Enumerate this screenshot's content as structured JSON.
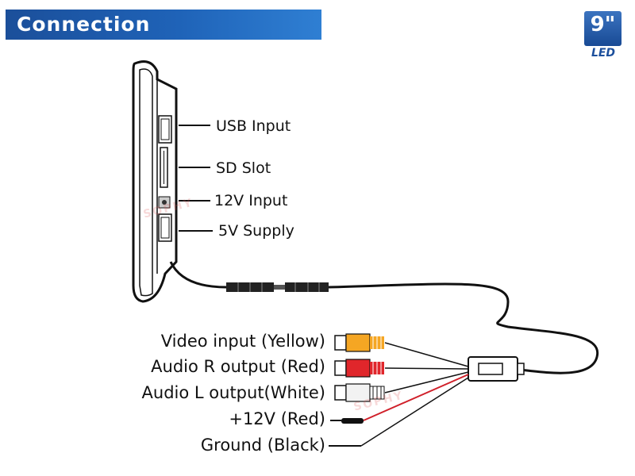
{
  "header": {
    "title": "Connection"
  },
  "badge": {
    "size": "9\"",
    "type": "LED"
  },
  "ports": [
    {
      "label": "USB Input"
    },
    {
      "label": "SD Slot"
    },
    {
      "label": "12V Input"
    },
    {
      "label": "5V Supply"
    }
  ],
  "cables": [
    {
      "label": "Video input (Yellow)",
      "color": "#f5a623"
    },
    {
      "label": "Audio R output (Red)",
      "color": "#e0262b"
    },
    {
      "label": "Audio L output(White)",
      "color": "#f2f2f2"
    },
    {
      "label": "+12V (Red)",
      "color": "#e0262b"
    },
    {
      "label": "Ground  (Black)",
      "color": "#111111"
    }
  ],
  "watermark": "SOPHY"
}
